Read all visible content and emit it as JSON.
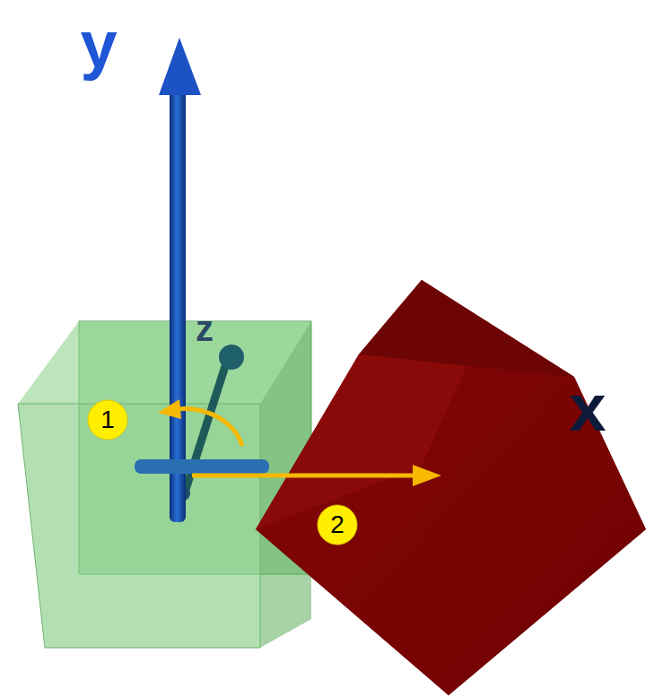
{
  "diagram": {
    "labels": [
      "y",
      "z",
      "x",
      "1",
      "2"
    ]
  }
}
